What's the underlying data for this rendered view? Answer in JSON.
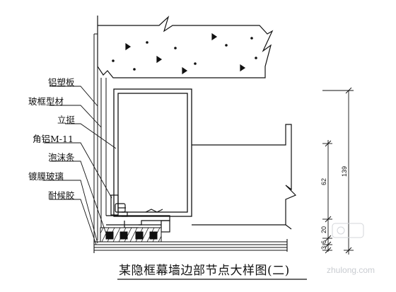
{
  "title": "某隐框幕墙边部节点大样图(二)",
  "labels": [
    "铝塑板",
    "玻框型材",
    "立挺",
    "角铝M-11",
    "泡沫条",
    "镀膜玻璃",
    "耐候胶"
  ],
  "dimensions": {
    "d62": "62",
    "d20": "20",
    "d6": "6",
    "d3": "3",
    "d139": "139"
  },
  "watermark": "zhulong.com",
  "colors": {
    "line": "#111111",
    "watermark": "#c9ccd1"
  }
}
